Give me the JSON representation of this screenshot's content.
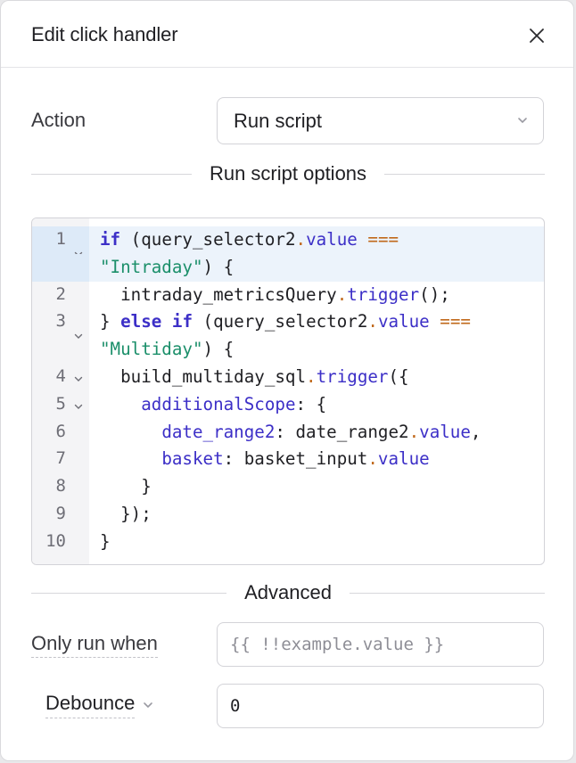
{
  "dialog": {
    "title": "Edit click handler"
  },
  "action": {
    "label": "Action",
    "selected": "Run script"
  },
  "sections": {
    "script_options": "Run script options",
    "advanced": "Advanced"
  },
  "code": {
    "lines": [
      {
        "num": "1",
        "text": "if (query_selector2.value ===",
        "fold": true
      },
      {
        "num": "",
        "text": "\"Intraday\") {",
        "fold": false
      },
      {
        "num": "2",
        "text": "  intraday_metricsQuery.trigger();",
        "fold": false
      },
      {
        "num": "3",
        "text": "} else if (query_selector2.value ===",
        "fold": true
      },
      {
        "num": "",
        "text": "\"Multiday\") {",
        "fold": false
      },
      {
        "num": "4",
        "text": "  build_multiday_sql.trigger({",
        "fold": true
      },
      {
        "num": "5",
        "text": "    additionalScope: {",
        "fold": true
      },
      {
        "num": "6",
        "text": "      date_range2: date_range2.value,",
        "fold": false
      },
      {
        "num": "7",
        "text": "      basket: basket_input.value",
        "fold": false
      },
      {
        "num": "8",
        "text": "    }",
        "fold": false
      },
      {
        "num": "9",
        "text": "  });",
        "fold": false
      },
      {
        "num": "10",
        "text": "}",
        "fold": false
      }
    ]
  },
  "only_run_when": {
    "label": "Only run when",
    "placeholder": "{{ !!example.value }}"
  },
  "debounce": {
    "label": "Debounce",
    "value": "0"
  },
  "colors": {
    "keyword": "#3c2fc7",
    "string": "#1b8f6a",
    "operator": "#c0681a",
    "active_line": "#ecf3fb"
  }
}
